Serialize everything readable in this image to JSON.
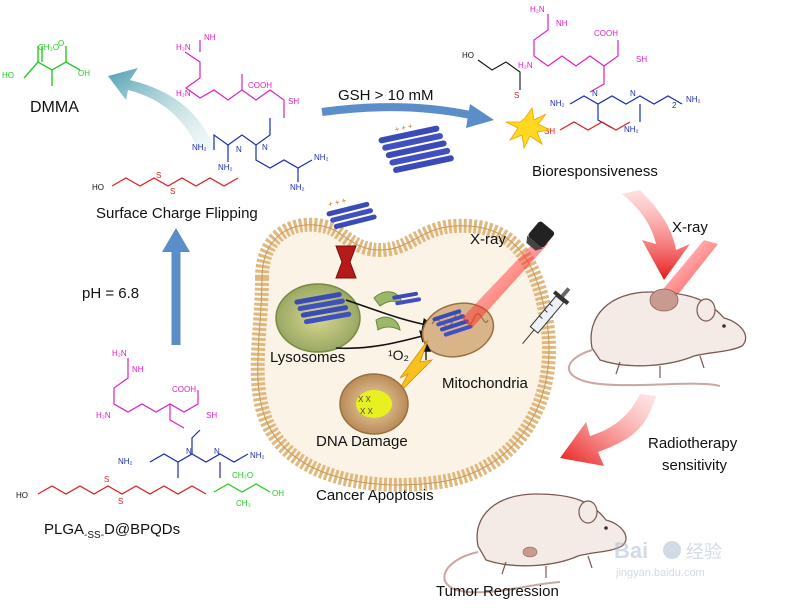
{
  "labels": {
    "dmma": "DMMA",
    "gsh": "GSH  >  10 mM",
    "bioresponsiveness": "Bioresponsiveness",
    "surface_charge": "Surface Charge Flipping",
    "ph": "pH = 6.8",
    "xray_cell": "X-ray",
    "xray_mouse": "X-ray",
    "lysosomes": "Lysosomes",
    "singlet_o2": "¹O₂",
    "mitochondria": "Mitochondria",
    "dna_damage": "DNA Damage",
    "radiotherapy_line1": "Radiotherapy",
    "radiotherapy_line2": "sensitivity",
    "cancer_apoptosis": "Cancer Apoptosis",
    "tumor_regression": "Tumor Regression",
    "plga_main": "PLGA",
    "plga_sub": "-SS-",
    "plga_rest": "D@BPQDs",
    "watermark_brand": "Bai",
    "watermark_brand2": "经验",
    "watermark_url": "jingyan.baidu.com"
  },
  "chem": {
    "dmma_ho": "HO",
    "dmma_oh": "OH",
    "dmma_ch3": "CH₃O",
    "dmma_o": "O",
    "nh2": "NH₂",
    "nh": "NH",
    "hn": "HN",
    "h2n": "H₂N",
    "n": "N",
    "cooh": "COOH",
    "sh": "SH",
    "h": "H",
    "s": "S",
    "o": "O",
    "ho": "HO",
    "oh": "OH",
    "ch3": "CH₃",
    "ch3o": "CH₃O",
    "sub2": "2"
  },
  "colors": {
    "magenta": "#e020c0",
    "red": "#e02020",
    "blue": "#1a2fb0",
    "green": "#22cc22",
    "arrow_blue": "#5b8ec8",
    "cell_tan": "#e8c9a0",
    "nucleus": "#c8a070"
  }
}
